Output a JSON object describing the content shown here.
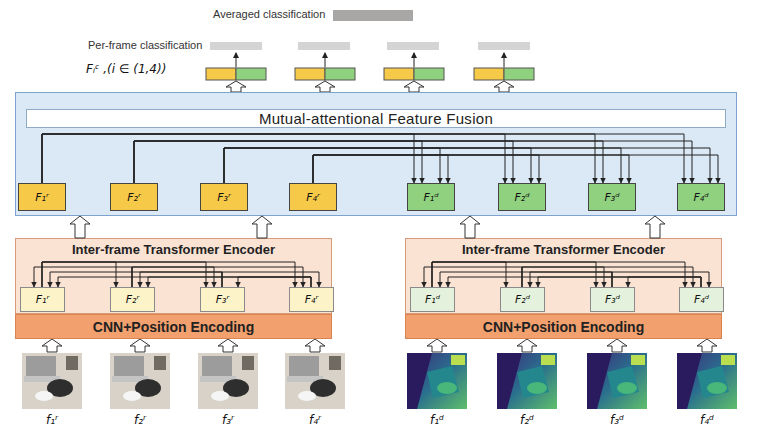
{
  "diagram": {
    "nodes": [
      {
        "text": [
          "Mutual-attentional Feature Fusion"
        ]
      },
      {
        "text": [
          "F₁ʳ"
        ],
        "in": 0
      },
      {
        "text": [
          "F₂ʳ"
        ],
        "in": 0
      },
      {
        "text": [
          "F₃ʳ"
        ],
        "in": 0
      },
      {
        "text": [
          "F₄ʳ"
        ],
        "in": 0
      },
      {
        "text": [
          "F₁ᵈ"
        ],
        "in": 0
      },
      {
        "text": [
          "F₂ᵈ"
        ],
        "in": 0
      },
      {
        "text": [
          "F₃ᵈ"
        ],
        "in": 0
      },
      {
        "text": [
          "F₄ᵈ"
        ],
        "in": 0
      },
      {
        "text": [
          "Inter-frame Transformer Encoder"
        ]
      },
      {
        "text": [
          "F₁ʳ"
        ],
        "in": 9
      },
      {
        "text": [
          "F₂ʳ"
        ],
        "in": 9
      },
      {
        "text": [
          "F₃ʳ"
        ],
        "in": 9
      },
      {
        "text": [
          "F₄ʳ"
        ],
        "in": 9
      },
      {
        "text": [
          "CNN+Position Encoding"
        ]
      },
      {
        "text": [
          "Inter-frame Transformer Encoder"
        ]
      },
      {
        "text": [
          "F₁ᵈ"
        ],
        "in": 15
      },
      {
        "text": [
          "F₂ᵈ"
        ],
        "in": 15
      },
      {
        "text": [
          "F₃ᵈ"
        ],
        "in": 15
      },
      {
        "text": [
          "F₄ᵈ"
        ],
        "in": 15
      },
      {
        "text": [
          "CNN+Position Encoding"
        ]
      }
    ],
    "edges": [
      {
        "from": 1,
        "to": 5,
        "arrow": "to"
      },
      {
        "from": 1,
        "to": 6,
        "arrow": "to"
      },
      {
        "from": 1,
        "to": 7,
        "arrow": "to"
      },
      {
        "from": 1,
        "to": 8,
        "arrow": "to"
      },
      {
        "from": 2,
        "to": 5,
        "arrow": "to"
      },
      {
        "from": 2,
        "to": 6,
        "arrow": "to"
      },
      {
        "from": 2,
        "to": 7,
        "arrow": "to"
      },
      {
        "from": 2,
        "to": 8,
        "arrow": "to"
      },
      {
        "from": 3,
        "to": 5,
        "arrow": "to"
      },
      {
        "from": 3,
        "to": 6,
        "arrow": "to"
      },
      {
        "from": 3,
        "to": 7,
        "arrow": "to"
      },
      {
        "from": 3,
        "to": 8,
        "arrow": "to"
      },
      {
        "from": 4,
        "to": 5,
        "arrow": "to"
      },
      {
        "from": 4,
        "to": 6,
        "arrow": "to"
      },
      {
        "from": 4,
        "to": 7,
        "arrow": "to"
      },
      {
        "from": 4,
        "to": 8,
        "arrow": "to"
      },
      {
        "from": 10,
        "to": 11,
        "arrow": "to"
      },
      {
        "from": 10,
        "to": 12,
        "arrow": "to"
      },
      {
        "from": 10,
        "to": 13,
        "arrow": "to"
      },
      {
        "from": 11,
        "to": 10,
        "arrow": "to"
      },
      {
        "from": 11,
        "to": 12,
        "arrow": "to"
      },
      {
        "from": 11,
        "to": 13,
        "arrow": "to"
      },
      {
        "from": 12,
        "to": 10,
        "arrow": "to"
      },
      {
        "from": 12,
        "to": 11,
        "arrow": "to"
      },
      {
        "from": 12,
        "to": 13,
        "arrow": "to"
      },
      {
        "from": 13,
        "to": 10,
        "arrow": "to"
      },
      {
        "from": 13,
        "to": 11,
        "arrow": "to"
      },
      {
        "from": 13,
        "to": 12,
        "arrow": "to"
      },
      {
        "from": 16,
        "to": 17,
        "arrow": "to"
      },
      {
        "from": 16,
        "to": 18,
        "arrow": "to"
      },
      {
        "from": 16,
        "to": 19,
        "arrow": "to"
      },
      {
        "from": 17,
        "to": 16,
        "arrow": "to"
      },
      {
        "from": 17,
        "to": 18,
        "arrow": "to"
      },
      {
        "from": 17,
        "to": 19,
        "arrow": "to"
      },
      {
        "from": 18,
        "to": 16,
        "arrow": "to"
      },
      {
        "from": 18,
        "to": 17,
        "arrow": "to"
      },
      {
        "from": 18,
        "to": 19,
        "arrow": "to"
      },
      {
        "from": 19,
        "to": 16,
        "arrow": "to"
      },
      {
        "from": 19,
        "to": 17,
        "arrow": "to"
      },
      {
        "from": 19,
        "to": 18,
        "arrow": "to"
      },
      {
        "from": 9,
        "to": 0,
        "arrow": "to"
      },
      {
        "from": 9,
        "to": 0,
        "arrow": "to"
      },
      {
        "from": 15,
        "to": 0,
        "arrow": "to"
      },
      {
        "from": 15,
        "to": 0,
        "arrow": "to"
      }
    ],
    "labels": [
      "Averaged classification",
      "Per-frame classification",
      "Fᵢᶜ ,(i ∈ (1,4))",
      "f₁ʳ",
      "f₂ʳ",
      "f₃ʳ",
      "f₄ʳ",
      "f₁ᵈ",
      "f₂ᵈ",
      "f₃ᵈ",
      "f₄ᵈ"
    ]
  }
}
